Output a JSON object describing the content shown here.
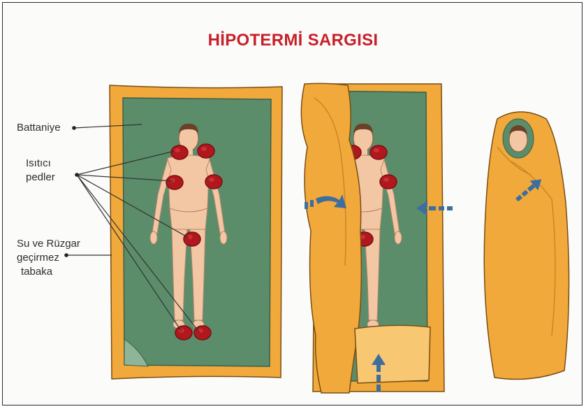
{
  "title": "HİPOTERMİ SARGISI",
  "labels": {
    "blanket": "Battaniye",
    "heat_pads_line1": "Isıtıcı",
    "heat_pads_line2": "pedler",
    "layer_line1": "Su ve Rüzgar",
    "layer_line2": "geçirmez",
    "layer_line3": "tabaka"
  },
  "colors": {
    "title": "#c8202a",
    "wrap_outer": "#f2a93b",
    "wrap_inner": "#f7c772",
    "blanket": "#5b8d6b",
    "skin": "#f3c6a4",
    "heat_pad": "#b0181d",
    "arrow": "#3e6e9e"
  },
  "icons": [
    "figure-icon",
    "heat-pad-icon",
    "fold-arrow-icon"
  ]
}
